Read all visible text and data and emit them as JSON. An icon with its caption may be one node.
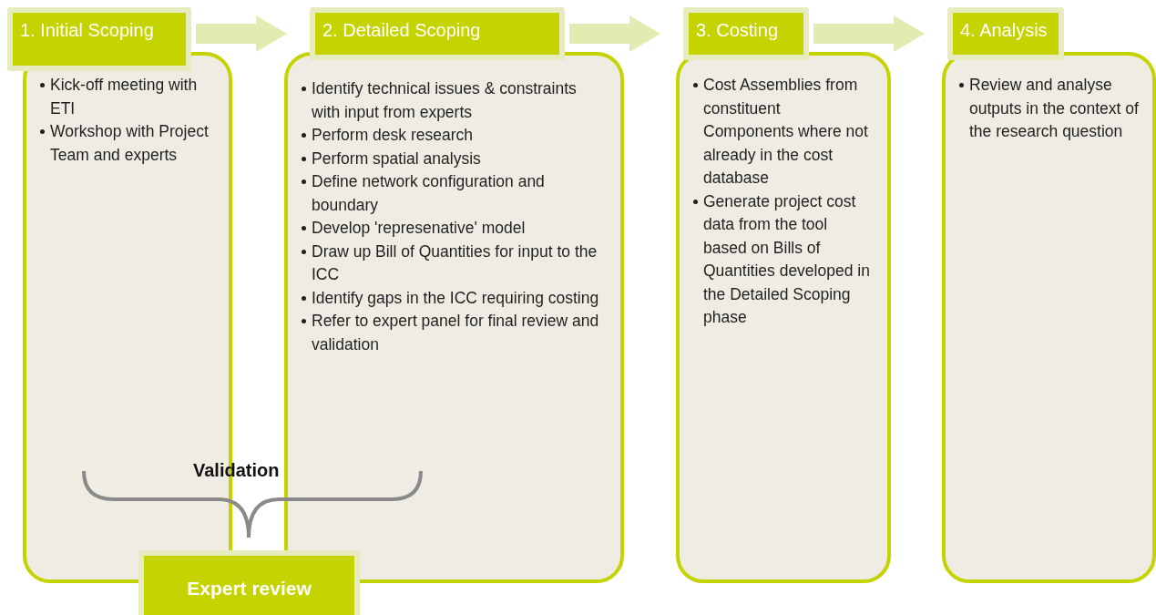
{
  "diagram": {
    "nodes": [
      {
        "text": [
          "1. Initial Scoping"
        ]
      },
      {
        "text": [
          "Kick-off meeting with ETI",
          "Workshop with Project Team and experts"
        ]
      },
      {
        "text": [
          "2. Detailed Scoping"
        ]
      },
      {
        "text": [
          "Identify technical issues & constraints with input from experts",
          "Perform desk research",
          "Perform spatial analysis",
          "Define network configuration and boundary",
          "Develop 'represenative' model",
          "Draw up Bill of Quantities for input to the ICC",
          "Identify gaps in the ICC requiring costing",
          "Refer to expert panel for final review and validation"
        ]
      },
      {
        "text": [
          "3. Costing"
        ]
      },
      {
        "text": [
          "Cost Assemblies from constituent Components where not already in the cost database",
          "Generate project cost data from the tool based on Bills of Quantities developed in the Detailed Scoping phase"
        ]
      },
      {
        "text": [
          "4. Analysis"
        ]
      },
      {
        "text": [
          "Review and analyse outputs in the context of the research question"
        ]
      },
      {
        "text": [
          "Expert review"
        ]
      }
    ],
    "edges": [
      {
        "from": 0,
        "to": 2,
        "arrow": "to"
      },
      {
        "from": 2,
        "to": 4,
        "arrow": "to"
      },
      {
        "from": 4,
        "to": 6,
        "arrow": "to"
      }
    ],
    "labels": [
      "Validation"
    ]
  }
}
